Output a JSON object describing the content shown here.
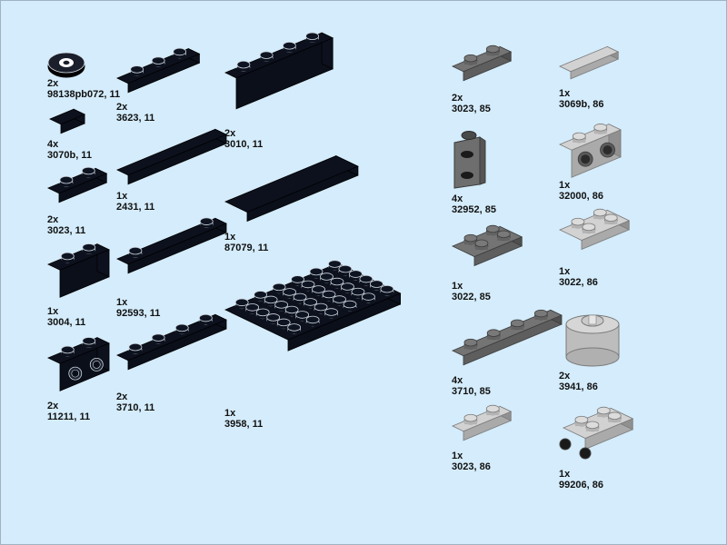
{
  "colors": {
    "background": "#d4ecfb",
    "black_part": "#0b0f1a",
    "dark_gray_part": "#6e6e6e",
    "light_gray_part": "#c8c8c8"
  },
  "parts": [
    {
      "id": "p1",
      "qty": "2x",
      "ref": "98138pb072, 11",
      "shape": "round-tile-with-print",
      "color": "black"
    },
    {
      "id": "p2",
      "qty": "2x",
      "ref": "3623, 11",
      "shape": "plate-1x3",
      "color": "black"
    },
    {
      "id": "p3",
      "qty": "2x",
      "ref": "3010, 11",
      "shape": "brick-1x4",
      "color": "black"
    },
    {
      "id": "p4",
      "qty": "4x",
      "ref": "3070b, 11",
      "shape": "tile-1x1",
      "color": "black"
    },
    {
      "id": "p5",
      "qty": "1x",
      "ref": "2431, 11",
      "shape": "tile-1x4",
      "color": "black"
    },
    {
      "id": "p6",
      "qty": "2x",
      "ref": "3023, 11",
      "shape": "plate-1x2",
      "color": "black"
    },
    {
      "id": "p7",
      "qty": "1x",
      "ref": "87079, 11",
      "shape": "tile-2x4",
      "color": "black"
    },
    {
      "id": "p8",
      "qty": "1x",
      "ref": "3004, 11",
      "shape": "brick-1x2",
      "color": "black"
    },
    {
      "id": "p9",
      "qty": "1x",
      "ref": "92593, 11",
      "shape": "plate-1x4-two-studs",
      "color": "black"
    },
    {
      "id": "p10",
      "qty": "2x",
      "ref": "11211, 11",
      "shape": "brick-1x2-side-studs",
      "color": "black"
    },
    {
      "id": "p11",
      "qty": "2x",
      "ref": "3710, 11",
      "shape": "plate-1x4",
      "color": "black"
    },
    {
      "id": "p12",
      "qty": "1x",
      "ref": "3958, 11",
      "shape": "plate-6x6",
      "color": "black"
    },
    {
      "id": "p13",
      "qty": "2x",
      "ref": "3023, 85",
      "shape": "plate-1x2",
      "color": "dark-gray"
    },
    {
      "id": "p14",
      "qty": "4x",
      "ref": "32952, 85",
      "shape": "brick-1x1x1-2-3-side-studs",
      "color": "dark-gray"
    },
    {
      "id": "p15",
      "qty": "1x",
      "ref": "3022, 85",
      "shape": "plate-2x2",
      "color": "dark-gray"
    },
    {
      "id": "p16",
      "qty": "4x",
      "ref": "3710, 85",
      "shape": "plate-1x4",
      "color": "dark-gray"
    },
    {
      "id": "p17",
      "qty": "1x",
      "ref": "3023, 86",
      "shape": "plate-1x2",
      "color": "light-gray"
    },
    {
      "id": "p18",
      "qty": "1x",
      "ref": "3069b, 86",
      "shape": "tile-1x2",
      "color": "light-gray"
    },
    {
      "id": "p19",
      "qty": "1x",
      "ref": "32000, 86",
      "shape": "technic-brick-1x2-holes",
      "color": "light-gray"
    },
    {
      "id": "p20",
      "qty": "1x",
      "ref": "3022, 86",
      "shape": "plate-2x2",
      "color": "light-gray"
    },
    {
      "id": "p21",
      "qty": "2x",
      "ref": "3941, 86",
      "shape": "round-brick-2x2",
      "color": "light-gray"
    },
    {
      "id": "p22",
      "qty": "1x",
      "ref": "99206, 86",
      "shape": "plate-2x2-side-studs",
      "color": "light-gray"
    }
  ]
}
